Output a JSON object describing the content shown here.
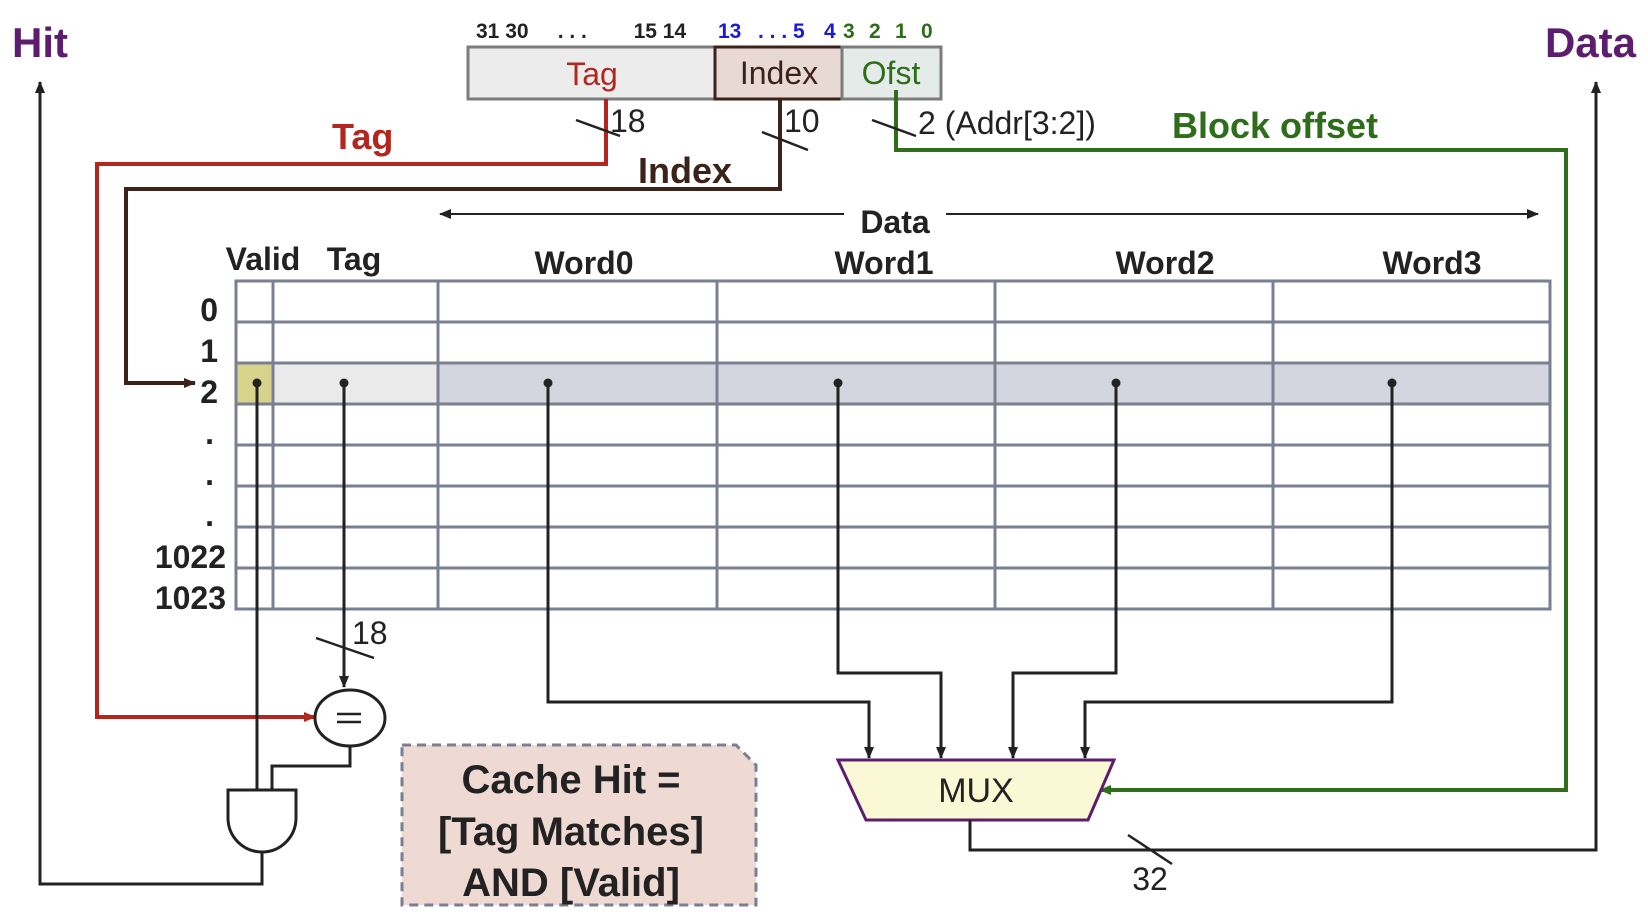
{
  "colors": {
    "hit": "#5c1d6e",
    "tag": "#b3261e",
    "index": "#3b2319",
    "offset": "#2e6e1a",
    "bit_blue": "#1a1ad6",
    "wire": "#222222",
    "grid": "#7a7f92",
    "highlight_row": "#d3d6de",
    "valid_cell": "#d7d38a",
    "mux_fill": "#fbf8d6",
    "note_fill": "#efd9d3"
  },
  "labels": {
    "hit": "Hit",
    "data": "Data",
    "tag_bus": "Tag",
    "index_bus": "Index",
    "block_offset": "Block offset",
    "data_span": "Data",
    "mux": "MUX"
  },
  "address": {
    "bits_tag": "31 30     . . .        15 14",
    "bits_index_a": "13",
    "bits_index_b": ". . . 5",
    "bits_index_c": "4",
    "bits_ofst": [
      "3",
      "2",
      "1",
      "0"
    ],
    "fields": {
      "tag": "Tag",
      "index": "Index",
      "ofst": "Ofst"
    },
    "widths": {
      "tag": "18",
      "index": "10",
      "offset": "2 (Addr[3:2])"
    }
  },
  "table": {
    "headers": [
      "Valid",
      "Tag",
      "Word0",
      "Word1",
      "Word2",
      "Word3"
    ],
    "row_labels": [
      "0",
      "1",
      "2",
      ".",
      ".",
      ".",
      "1022",
      "1023"
    ],
    "selected_row": "2"
  },
  "widths": {
    "tag_compare": "18",
    "output": "32"
  },
  "note": {
    "line1": "Cache Hit =",
    "line2": "[Tag Matches]",
    "line3": "AND [Valid]"
  }
}
